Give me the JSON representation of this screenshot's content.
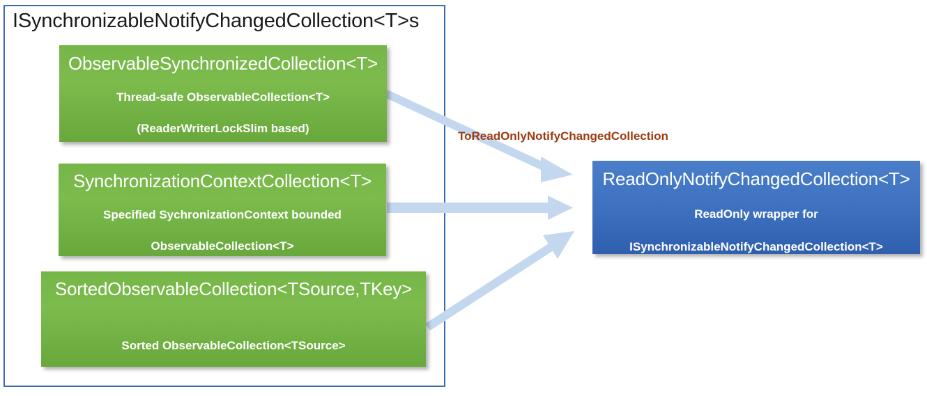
{
  "diagram": {
    "group": {
      "title": "ISynchronizableNotifyChangedCollection<T>s",
      "border_color": "#3b6ab5"
    },
    "nodes": [
      {
        "id": "observable-synchronized",
        "title": "ObservableSynchronizedCollection<T>",
        "desc_line1": "Thread-safe ObservableCollection<T>",
        "desc_line2": "(ReaderWriterLockSlim based)",
        "color": "#7cbb4c"
      },
      {
        "id": "synchronization-context",
        "title": "SynchronizationContextCollection<T>",
        "desc_line1": "Specified SychronizationContext bounded",
        "desc_line2": "ObservableCollection<T>",
        "color": "#7cbb4c"
      },
      {
        "id": "sorted-observable",
        "title": "SortedObservableCollection<TSource,TKey>",
        "desc_line1": "Sorted ObservableCollection<TSource>",
        "desc_line2": "",
        "color": "#7cbb4c"
      },
      {
        "id": "readonly-notify",
        "title": "ReadOnlyNotifyChangedCollection<T>",
        "desc_line1": "ReadOnly wrapper for",
        "desc_line2": "ISynchronizableNotifyChangedCollection<T>",
        "color": "#3f73c2"
      }
    ],
    "arrows": [
      {
        "id": "arrow-top",
        "label": "ToReadOnlyNotifyChangedCollection",
        "color": "#c3d8ef"
      },
      {
        "id": "arrow-middle",
        "label": "",
        "color": "#c3d8ef"
      },
      {
        "id": "arrow-bottom",
        "label": "",
        "color": "#c3d8ef"
      }
    ]
  }
}
